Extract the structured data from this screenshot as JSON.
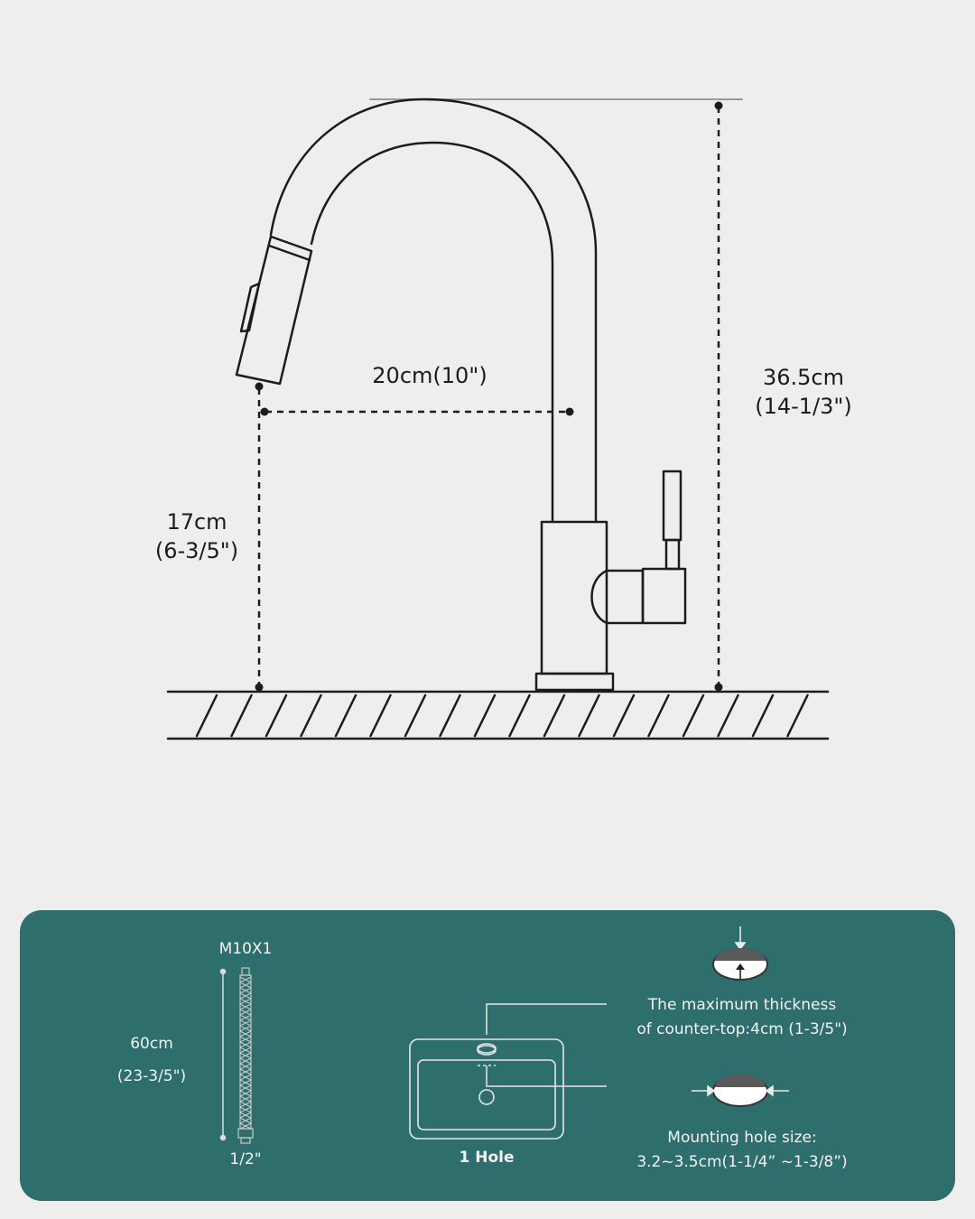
{
  "faucet": {
    "reach_label": "20cm(10\")",
    "total_height_cm": "36.5cm",
    "total_height_in": "(14-1/3\")",
    "spout_height_cm": "17cm",
    "spout_height_in": "(6-3/5\")"
  },
  "panel": {
    "background_color": "#2e6e6c",
    "hose": {
      "thread": "M10X1",
      "length_cm": "60cm",
      "length_in": "(23-3/5\")",
      "connector": "1/2\""
    },
    "sink": {
      "hole_count": "1 Hole"
    },
    "thickness": {
      "line1": "The maximum thickness",
      "line2": "of counter-top:4cm (1-3/5\")"
    },
    "hole_size": {
      "line1": "Mounting hole size:",
      "line2": "3.2~3.5cm(1-1/4” ~1-3/8”)"
    }
  }
}
